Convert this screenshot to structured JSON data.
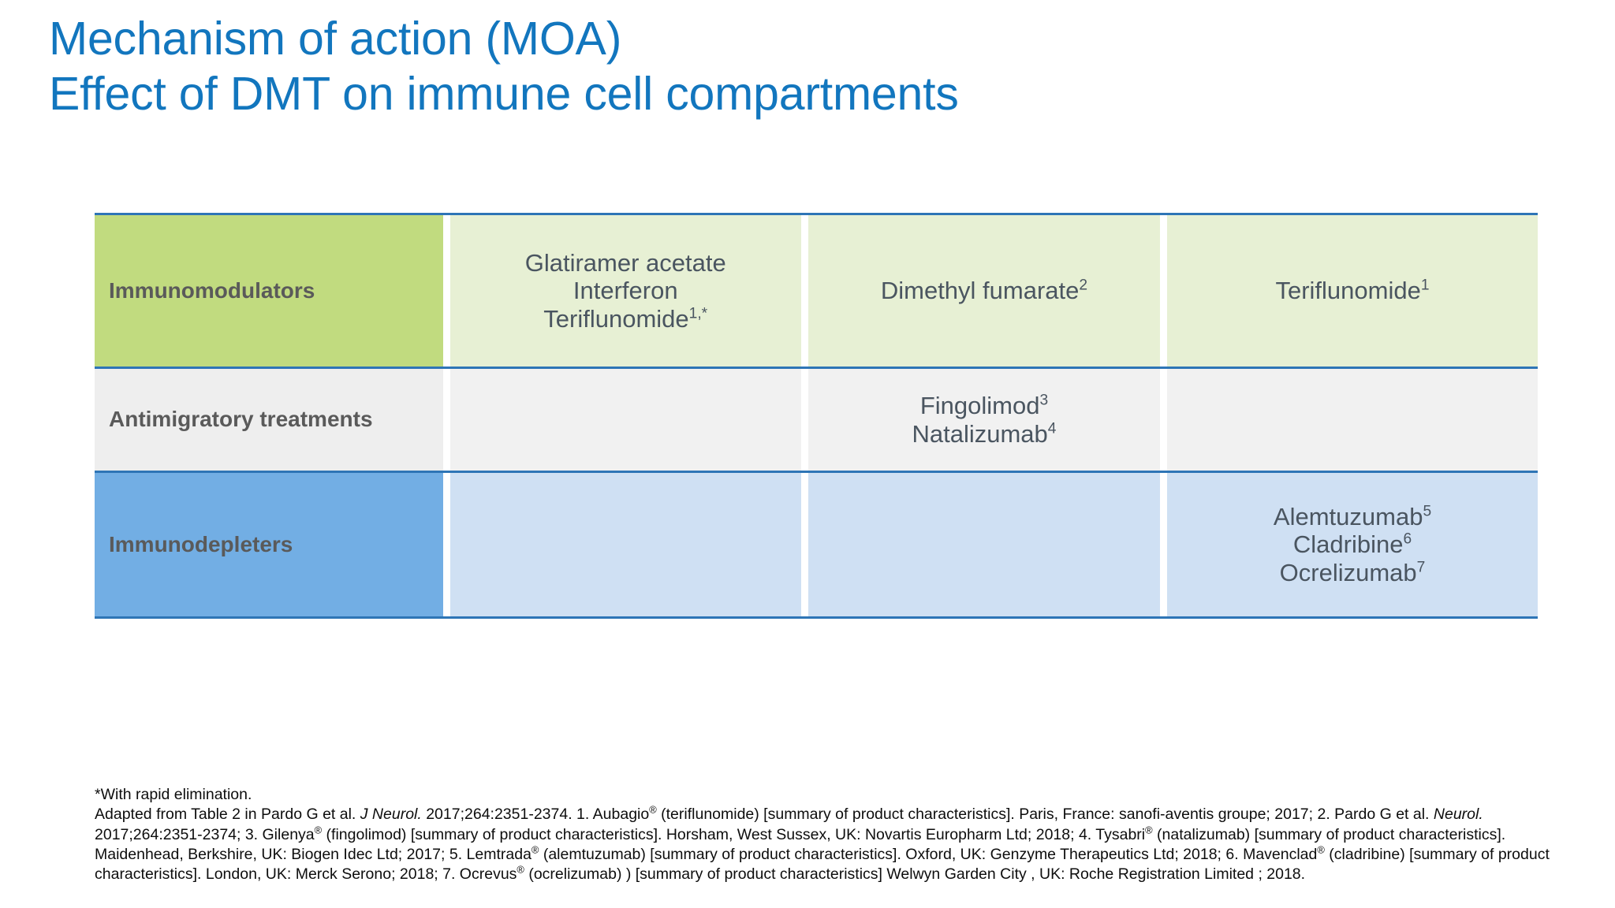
{
  "slide": {
    "title_line1": "Mechanism of action (MOA)",
    "title_line2": "Effect of DMT on immune cell compartments",
    "title_color": "#1276BE"
  },
  "table": {
    "border_color": "#2E75B6",
    "rows": [
      {
        "id": "immunomodulators",
        "label": "Immunomodulators",
        "label_bg": "#C1DB7F",
        "cell_bg": "#E7F0D4",
        "cells": [
          {
            "id": "col2",
            "items": [
              {
                "text": "Glatiramer acetate",
                "sup": ""
              },
              {
                "text": "Interferon",
                "sup": ""
              },
              {
                "text": "Teriflunomide",
                "sup": "1,*"
              }
            ]
          },
          {
            "id": "col3",
            "items": [
              {
                "text": "Dimethyl fumarate",
                "sup": "2"
              }
            ]
          },
          {
            "id": "col4",
            "items": [
              {
                "text": "Teriflunomide",
                "sup": "1"
              }
            ]
          }
        ]
      },
      {
        "id": "antimigratory-treatments",
        "label": "Antimigratory treatments",
        "label_bg": "#EEEEEE",
        "cell_bg": "#F1F1F1",
        "cells": [
          {
            "id": "col2",
            "items": []
          },
          {
            "id": "col3",
            "items": [
              {
                "text": "Fingolimod",
                "sup": "3"
              },
              {
                "text": "Natalizumab",
                "sup": "4"
              }
            ]
          },
          {
            "id": "col4",
            "items": []
          }
        ]
      },
      {
        "id": "immunodepleters",
        "label": "Immunodepleters",
        "label_bg": "#72AEE4",
        "cell_bg": "#CFE0F3",
        "cells": [
          {
            "id": "col2",
            "items": []
          },
          {
            "id": "col3",
            "items": []
          },
          {
            "id": "col4",
            "items": [
              {
                "text": "Alemtuzumab",
                "sup": "5"
              },
              {
                "text": "Cladribine",
                "sup": "6"
              },
              {
                "text": "Ocrelizumab",
                "sup": "7"
              }
            ]
          }
        ]
      }
    ]
  },
  "footnotes": {
    "asterisk_note": "*With rapid elimination.",
    "citation": "Adapted from Table 2 in Pardo G et al. J Neurol. 2017;264:2351-2374. 1. Aubagio® (teriflunomide) [summary of product characteristics]. Paris, France: sanofi-aventis groupe; 2017; 2. Pardo G et al. Neurol. 2017;264:2351-2374; 3. Gilenya® (fingolimod) [summary of product characteristics]. Horsham, West Sussex, UK: Novartis Europharm Ltd; 2018; 4. Tysabri® (natalizumab) [summary of product characteristics]. Maidenhead, Berkshire, UK: Biogen Idec Ltd; 2017; 5. Lemtrada® (alemtuzumab) [summary of product characteristics]. Oxford, UK: Genzyme Therapeutics Ltd; 2018; 6. Mavenclad® (cladribine) [summary of product characteristics]. London, UK: Merck Serono; 2018; 7. Ocrevus® (ocrelizumab) ) [summary of product characteristics] Welwyn Garden City , UK: Roche Registration Limited ; 2018."
  }
}
